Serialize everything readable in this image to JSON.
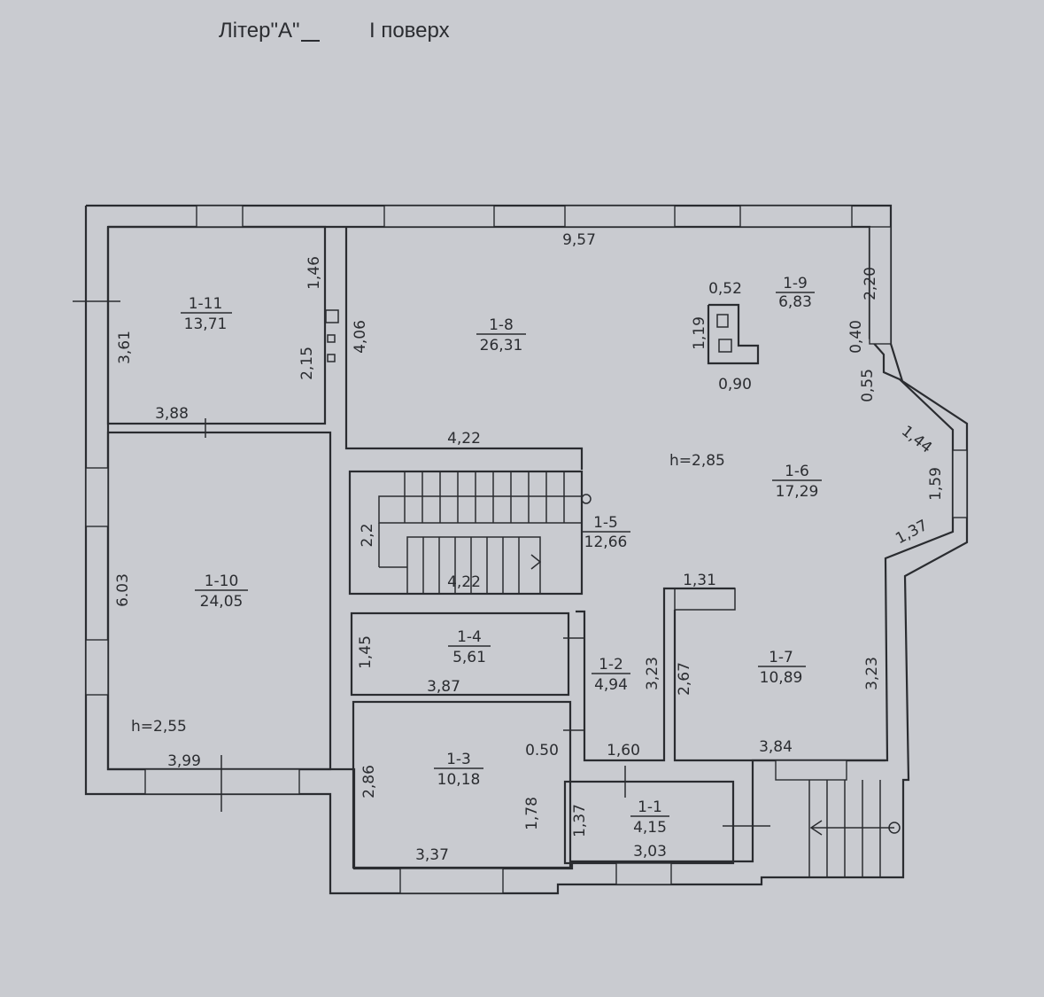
{
  "header": {
    "liter_label": "Літер\"А\"",
    "floor_label": "І поверх"
  },
  "rooms": [
    {
      "id": "1-1",
      "area": "4,15"
    },
    {
      "id": "1-2",
      "area": "4,94"
    },
    {
      "id": "1-3",
      "area": "10,18"
    },
    {
      "id": "1-4",
      "area": "5,61"
    },
    {
      "id": "1-5",
      "area": "12,66"
    },
    {
      "id": "1-6",
      "area": "17,29"
    },
    {
      "id": "1-7",
      "area": "10,89"
    },
    {
      "id": "1-8",
      "area": "26,31"
    },
    {
      "id": "1-9",
      "area": "6,83"
    },
    {
      "id": "1-10",
      "area": "24,05"
    },
    {
      "id": "1-11",
      "area": "13,71"
    }
  ],
  "heights": [
    "h=2,85",
    "h=2,55"
  ],
  "dimensions": [
    "9,57",
    "2,20",
    "0,40",
    "0,55",
    "1,44",
    "1,59",
    "1,37",
    "0,52",
    "1,19",
    "0,90",
    "4,06",
    "4,22",
    "2,2",
    "4,22",
    "1,46",
    "2,15",
    "3,61",
    "3,88",
    "6.03",
    "3,99",
    "1,45",
    "3,87",
    "2,86",
    "3,37",
    "1,78",
    "0.50",
    "1,60",
    "3,23",
    "2,67",
    "1,31",
    "3,23",
    "3,84",
    "1,37",
    "3,03"
  ]
}
